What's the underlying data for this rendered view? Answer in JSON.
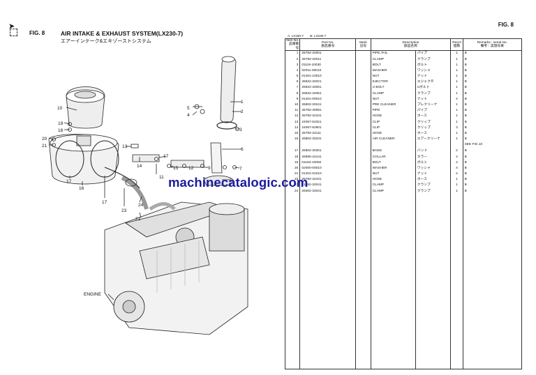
{
  "left_page": {
    "fig_label": "FIG. 8",
    "title_en": "AIR INTAKE & EXHAUST SYSTEM(LX230-7)",
    "title_jp": "エアーインテーク&エキゾーストシステム",
    "callouts": [
      "1",
      "2",
      "3",
      "4",
      "5",
      "6",
      "7",
      "8",
      "9",
      "10",
      "11",
      "12",
      "13",
      "14",
      "15",
      "16",
      "17",
      "17",
      "17",
      "18",
      "19",
      "20",
      "21",
      "22",
      "23",
      "24"
    ],
    "engine_label": "ENGINE"
  },
  "right_page": {
    "fig_label": "FIG. 8",
    "legend": [
      "A: LX190-7",
      "B: LX230-7"
    ],
    "headers": {
      "item_no": "Item No.",
      "item_no_jp": "品番番号",
      "part_no": "Part No.",
      "part_no_jp": "部品番号",
      "mark": "Mark",
      "mark_jp": "記号",
      "desc": "Description",
      "desc_jp": "部品名称",
      "qty": "Req'd",
      "qty_jp": "個数",
      "remarks": "Remarks : serial No.",
      "remarks_jp": "備考：実施号車"
    },
    "rows": [
      {
        "no": "1",
        "part": "26792-32001",
        "desc": "PIPE,TAIL",
        "jp": "パイプ",
        "qty": "1",
        "rem": "B"
      },
      {
        "no": "2",
        "part": "26792-32011",
        "desc": "CLAMP",
        "jp": "クランプ",
        "qty": "1",
        "rem": "B"
      },
      {
        "no": "3",
        "part": "01116-10030",
        "desc": "BOLT",
        "jp": "ボルト",
        "qty": "1",
        "rem": "B"
      },
      {
        "no": "4",
        "part": "02011-00010",
        "desc": "WASHER",
        "jp": "ワッシャ",
        "qty": "1",
        "rem": "B"
      },
      {
        "no": "5",
        "part": "01401-10010",
        "desc": "NUT",
        "jp": "ナット",
        "qty": "1",
        "rem": "B"
      },
      {
        "no": "6",
        "part": "26822-32021",
        "desc": "EJECTOR",
        "jp": "エジェクタ",
        "qty": "1",
        "rem": "B"
      },
      {
        "no": "7",
        "part": "26822-32061",
        "desc": "U BOLT",
        "jp": "Uボルト",
        "qty": "1",
        "rem": "B"
      },
      {
        "no": "8",
        "part": "26822-32051",
        "desc": "CLAMP",
        "jp": "クランプ",
        "qty": "1",
        "rem": "B"
      },
      {
        "no": "9",
        "part": "01401-00010",
        "desc": "NUT",
        "jp": "ナット",
        "qty": "4",
        "rem": "B"
      },
      {
        "no": "10",
        "part": "26802-30241",
        "desc": "PRE CLEANER",
        "jp": "プレクリーナ",
        "qty": "1",
        "rem": "B"
      },
      {
        "no": "11",
        "part": "26792-30091",
        "desc": "PIPE",
        "jp": "パイプ",
        "qty": "1",
        "rem": "B"
      },
      {
        "no": "12",
        "part": "26792-32101",
        "desc": "HOSE",
        "jp": "ホース",
        "qty": "1",
        "rem": "B"
      },
      {
        "no": "13",
        "part": "24067-62321",
        "desc": "CLIP",
        "jp": "クリップ",
        "qty": "1",
        "rem": "B"
      },
      {
        "no": "14",
        "part": "24067-62901",
        "desc": "CLIP",
        "jp": "クリップ",
        "qty": "3",
        "rem": "B"
      },
      {
        "no": "15",
        "part": "26792-32111",
        "desc": "HOSE",
        "jp": "ホース",
        "qty": "1",
        "rem": "B"
      },
      {
        "no": "16",
        "part": "26802-30231",
        "desc": "AIR CLEANER",
        "jp": "エアークリーナ",
        "qty": "1",
        "rem": "B"
      },
      {
        "no": "",
        "part": "",
        "desc": "",
        "jp": "",
        "qty": "",
        "rem": "SEE FIG.10"
      },
      {
        "no": "17",
        "part": "26802-30251",
        "desc": "BAND",
        "jp": "バンド",
        "qty": "2",
        "rem": "B"
      },
      {
        "no": "18",
        "part": "26555-42141",
        "desc": "COLLAR",
        "jp": "カラー",
        "qty": "4",
        "rem": "B"
      },
      {
        "no": "19",
        "part": "01183-10050",
        "desc": "BOLT",
        "jp": "ボルト",
        "qty": "4",
        "rem": "B"
      },
      {
        "no": "20",
        "part": "02000-00010",
        "desc": "WASHER",
        "jp": "ワッシャ",
        "qty": "4",
        "rem": "B"
      },
      {
        "no": "21",
        "part": "01401-01010",
        "desc": "NUT",
        "jp": "ナット",
        "qty": "4",
        "rem": "B"
      },
      {
        "no": "22",
        "part": "26792-32431",
        "desc": "HOSE",
        "jp": "ホース",
        "qty": "1",
        "rem": "B"
      },
      {
        "no": "23",
        "part": "21782-32041",
        "desc": "CLAMP",
        "jp": "クランプ",
        "qty": "1",
        "rem": "B"
      },
      {
        "no": "24",
        "part": "26302-32041",
        "desc": "CLAMP",
        "jp": "クランプ",
        "qty": "1",
        "rem": "B"
      }
    ]
  },
  "watermark": "machinecatalogic.com"
}
